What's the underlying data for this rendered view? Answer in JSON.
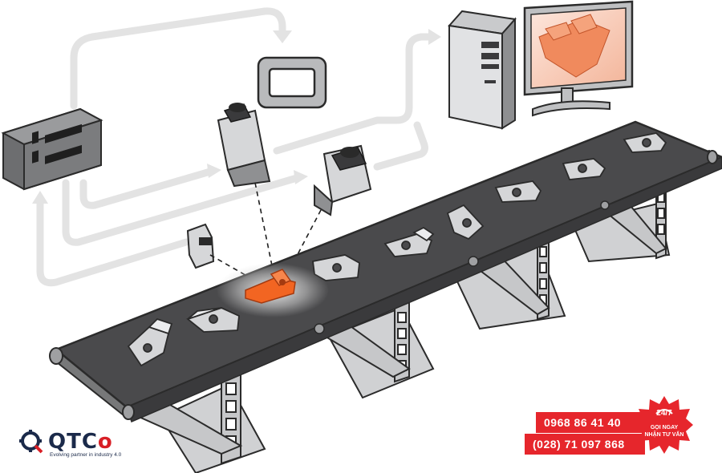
{
  "brand": {
    "name_main": "QTC",
    "name_accent": "o",
    "tagline": "Evolving partner in industry 4.0"
  },
  "contact": {
    "phone_1": "0968 86 41 40",
    "phone_2": "(028) 71 097 868",
    "badge_hours": "24/7",
    "badge_line1": "GỌI NGAY",
    "badge_line2": "NHẬN TƯ VẤN"
  },
  "colors": {
    "accent_red": "#e6262c",
    "brand_navy": "#1b2a4a",
    "belt": "#4a4a4c",
    "highlight_part": "#f26522",
    "arrow": "#e3e3e3"
  },
  "icons": {
    "controller": "controller-icon",
    "camera": "camera-icon",
    "display": "display-icon",
    "computer": "computer-icon",
    "sensor": "sensor-icon",
    "phone": "phone-icon"
  }
}
